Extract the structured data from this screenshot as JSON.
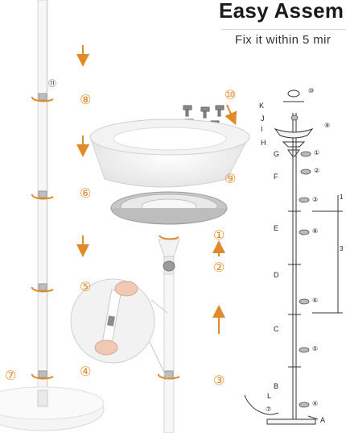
{
  "header": {
    "title": "Easy Assem",
    "subtitle": "Fix it within 5 mir"
  },
  "steps": {
    "s1": "①",
    "s2": "②",
    "s3": "③",
    "s4": "④",
    "s5": "⑤",
    "s6": "⑥",
    "s7": "⑦",
    "s8": "⑧",
    "s9": "⑨",
    "s10": "⑩"
  },
  "diagram": {
    "labels": [
      "K",
      "J",
      "I",
      "H",
      "G",
      "F",
      "E",
      "D",
      "C",
      "B",
      "L",
      "A"
    ],
    "markers": [
      "⑩",
      "⑨",
      "①",
      "②",
      "③",
      "⑧",
      "⑥",
      "⑤",
      "④",
      "⑦"
    ],
    "dims": [
      "1",
      "3"
    ]
  },
  "colors": {
    "accent": "#e08a2a",
    "pole": "#f4f4f4",
    "outline": "#cfcfcf",
    "line": "#333333"
  }
}
